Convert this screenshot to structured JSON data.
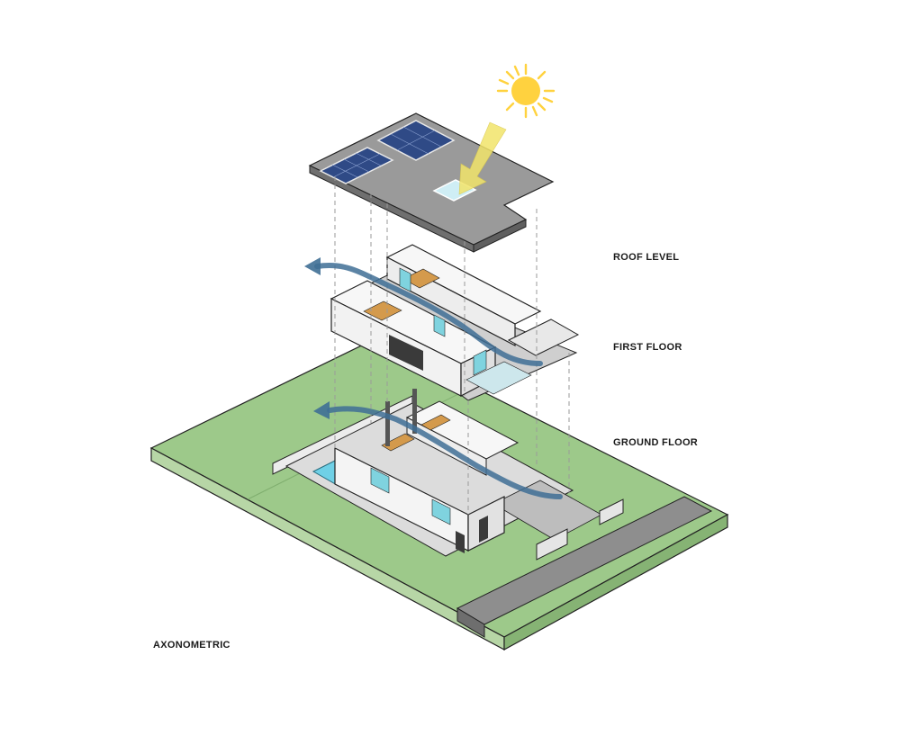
{
  "labels": {
    "roof": "ROOF LEVEL",
    "first": "FIRST FLOOR",
    "ground": "GROUND FLOOR",
    "caption": "AXONOMETRIC"
  },
  "colors": {
    "grass": "#9dc98a",
    "grass_edge": "#7fae6e",
    "road": "#8e8e8e",
    "roof": "#9a9a9a",
    "solar": "#2f4a86",
    "sun": "#ffd23f",
    "sun_beam": "#f2e46a",
    "wall": "#f4f4f4",
    "wood": "#d49a4c",
    "glass": "#7fd3df",
    "pool": "#6fd0e6",
    "airflow": "#3f6f95",
    "projection": "#9a9a9a"
  },
  "icons": {
    "sun": "sun-icon",
    "airflow": "airflow-arrow-icon",
    "solar": "solar-panel-icon",
    "skylight": "skylight-icon"
  }
}
